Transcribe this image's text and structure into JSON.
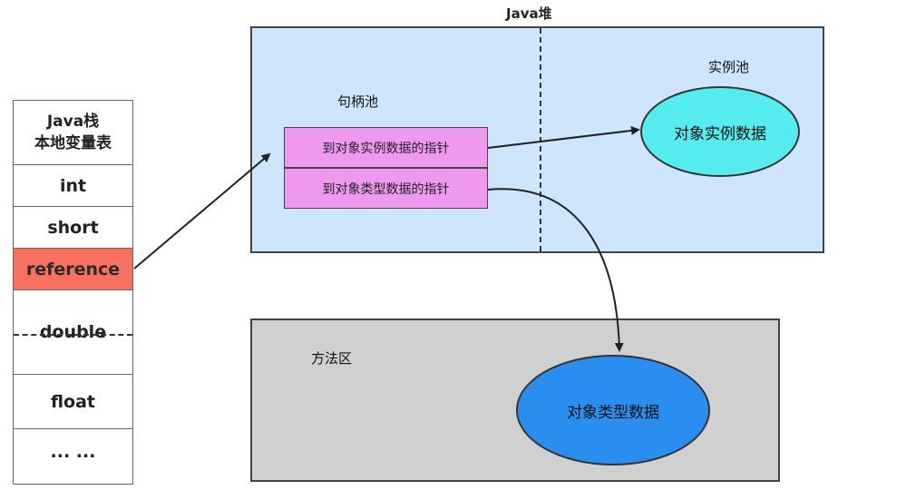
{
  "stack": {
    "title_line1": "Java栈",
    "title_line2": "本地变量表",
    "items": [
      "int",
      "short",
      "reference",
      "double",
      "float",
      "... ..."
    ]
  },
  "heap": {
    "title": "Java堆",
    "handle_pool_label": "句柄池",
    "instance_pool_label": "实例池",
    "pointer_instance": "到对象实例数据的指针",
    "pointer_type": "到对象类型数据的指针",
    "instance_data": "对象实例数据"
  },
  "method_area": {
    "title": "方法区",
    "type_data": "对象类型数据"
  },
  "colors": {
    "heap_bg": "#cfe5fb",
    "pointer_bg": "#ee99ee",
    "reference_bg": "#f8705f",
    "instance_ellipse": "#55ecf0",
    "type_ellipse": "#2a8ef0",
    "method_bg": "#d0d0d0"
  }
}
